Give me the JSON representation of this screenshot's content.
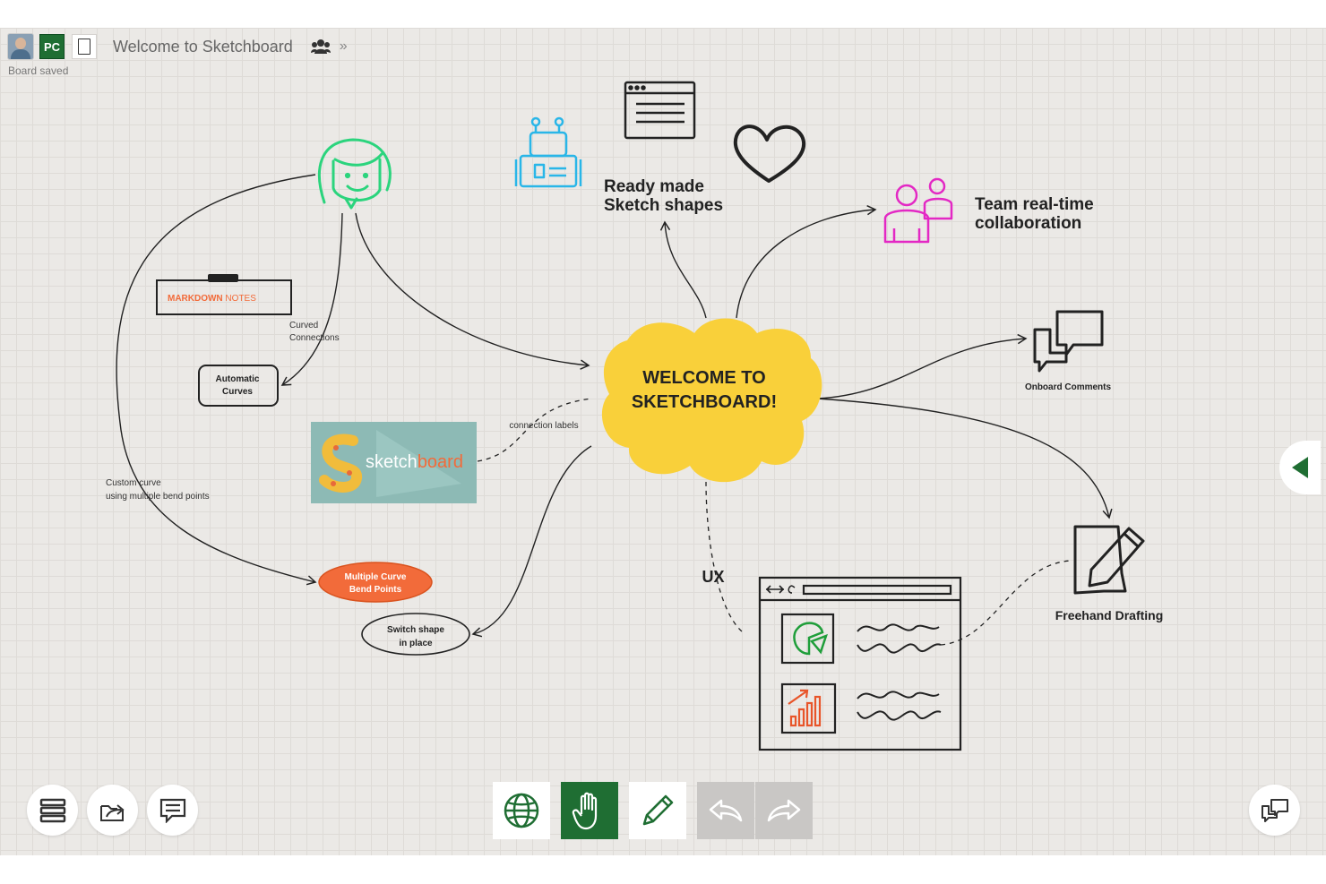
{
  "app": {
    "board_title": "Welcome to Sketchboard",
    "user_badge": "PC",
    "save_status": "Board saved",
    "expand_chevron": "»"
  },
  "board": {
    "central_title_line1": "WELCOME TO",
    "central_title_line2": "SKETCHBOARD!",
    "ready_made_line1": "Ready made",
    "ready_made_line2": "Sketch shapes",
    "team_line1": "Team real-time",
    "team_line2": "collaboration",
    "onboard_comments": "Onboard Comments",
    "freehand_drafting": "Freehand Drafting",
    "ux_label": "UX",
    "markdown_notes_a": "MARKDOWN",
    "markdown_notes_b": " NOTES",
    "curved_connections_line1": "Curved",
    "curved_connections_line2": "Connections",
    "automatic_curves_line1": "Automatic",
    "automatic_curves_line2": "Curves",
    "connection_labels": "connection labels",
    "logo_text_a": "sketch",
    "logo_text_b": "board",
    "custom_curve_line1": "Custom curve",
    "custom_curve_line2": "using multiple bend points",
    "multiple_curve_line1": "Multiple Curve",
    "multiple_curve_line2": "Bend Points",
    "switch_shape_line1": "Switch shape",
    "switch_shape_line2": "in place"
  },
  "colors": {
    "brand_green": "#1f6e33",
    "cloud_yellow": "#f9d03a",
    "robot_blue": "#29b6e8",
    "person_green": "#2bd47d",
    "team_magenta": "#e328c4",
    "accent_orange": "#f26b3a"
  },
  "icons": {
    "left_toolbar": [
      "menu-icon",
      "export-icon",
      "chat-icon"
    ],
    "center_toolbar": [
      "globe-icon",
      "hand-icon",
      "pencil-icon",
      "undo-icon",
      "redo-icon"
    ],
    "right": [
      "comments-icon"
    ],
    "side_tab": "collapse-left-arrow-icon"
  }
}
